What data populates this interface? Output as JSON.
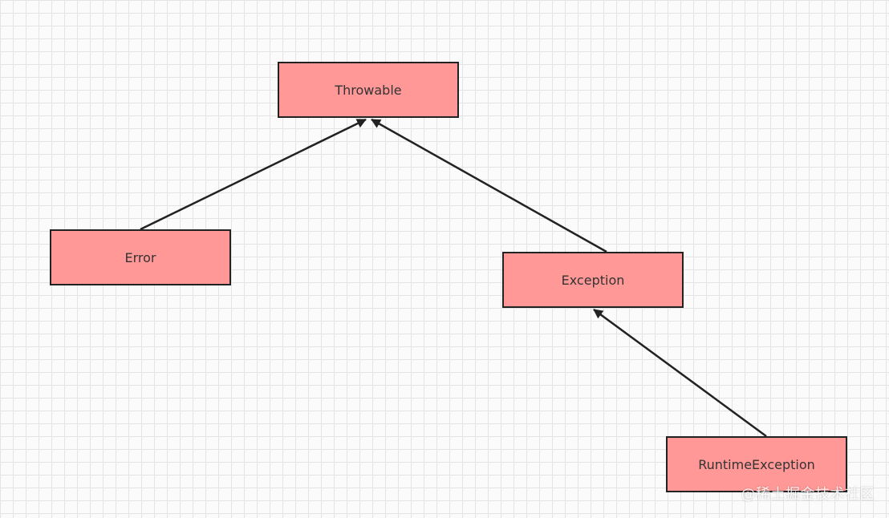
{
  "diagram": {
    "colors": {
      "node_fill": "#ff9896",
      "node_border": "#222222",
      "edge": "#222222"
    },
    "nodes": [
      {
        "id": "throwable",
        "label": "Throwable"
      },
      {
        "id": "error",
        "label": "Error"
      },
      {
        "id": "exception",
        "label": "Exception"
      },
      {
        "id": "runtime",
        "label": "RuntimeException"
      }
    ],
    "edges": [
      {
        "from": "error",
        "to": "throwable"
      },
      {
        "from": "exception",
        "to": "throwable"
      },
      {
        "from": "runtime",
        "to": "exception"
      }
    ]
  },
  "watermark": "@稀土掘金技术社区"
}
